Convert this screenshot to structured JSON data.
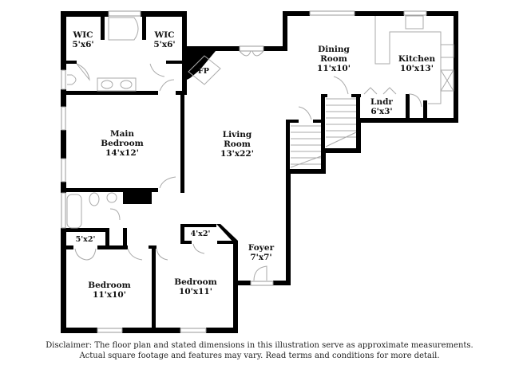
{
  "floor_plan": {
    "rooms": [
      {
        "id": "wic-left",
        "name": "WIC",
        "dimensions": "5'x6'"
      },
      {
        "id": "wic-right",
        "name": "WIC",
        "dimensions": "5'x6'"
      },
      {
        "id": "fireplace",
        "name": "FP",
        "dimensions": ""
      },
      {
        "id": "dining-room",
        "name": "Dining Room",
        "name_lines": [
          "Dining",
          "Room"
        ],
        "dimensions": "11'x10'"
      },
      {
        "id": "kitchen",
        "name": "Kitchen",
        "dimensions": "10'x13'"
      },
      {
        "id": "laundry",
        "name": "Lndr",
        "dimensions": "6'x3'"
      },
      {
        "id": "main-bedroom",
        "name": "Main Bedroom",
        "name_lines": [
          "Main",
          "Bedroom"
        ],
        "dimensions": "14'x12'"
      },
      {
        "id": "living-room",
        "name": "Living Room",
        "name_lines": [
          "Living",
          "Room"
        ],
        "dimensions": "13'x22'"
      },
      {
        "id": "closet-5x2",
        "name": "",
        "dimensions": "5'x2'"
      },
      {
        "id": "closet-4x2",
        "name": "",
        "dimensions": "4'x2'"
      },
      {
        "id": "foyer",
        "name": "Foyer",
        "dimensions": "7'x7'"
      },
      {
        "id": "bedroom-left",
        "name": "Bedroom",
        "dimensions": "11'x10'"
      },
      {
        "id": "bedroom-right",
        "name": "Bedroom",
        "dimensions": "10'x11'"
      }
    ]
  },
  "disclaimer": {
    "line1": "Disclaimer: The floor plan and stated dimensions in this illustration serve as approximate measurements.",
    "line2": "Actual square footage and features may vary. Read terms and conditions for more detail."
  },
  "colors": {
    "wall": "#000000",
    "fixture": "#bbbbbb",
    "background": "#ffffff"
  }
}
